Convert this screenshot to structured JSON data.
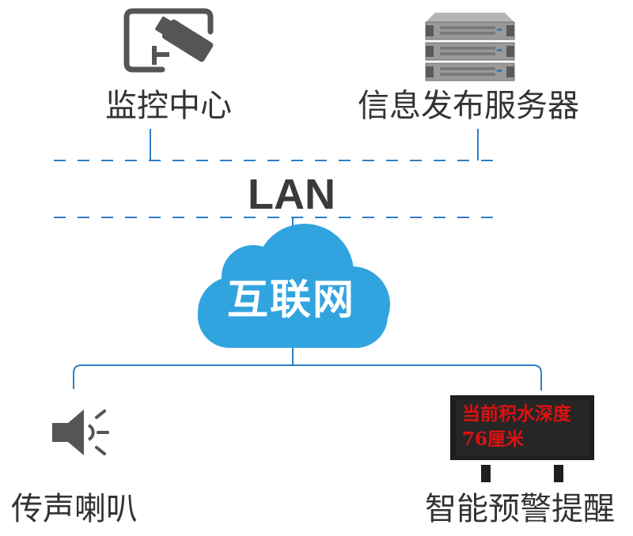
{
  "nodes": {
    "monitor_center": {
      "label": "监控中心",
      "icon": "cctv-camera-icon"
    },
    "info_server": {
      "label": "信息发布服务器",
      "icon": "server-rack-icon"
    },
    "speaker": {
      "label": "传声喇叭",
      "icon": "speaker-icon"
    },
    "warning_display": {
      "label": "智能预警提醒",
      "icon": "led-display-icon"
    }
  },
  "network": {
    "lan_label": "LAN",
    "internet_label": "互联网"
  },
  "led_display": {
    "line1": "当前积水深度",
    "line2": "76厘米"
  },
  "colors": {
    "line": "#2e7fc6",
    "cloud": "#31a4df",
    "text": "#333333",
    "icon_gray": "#555555",
    "led_text": "#e01010",
    "led_panel": "#1e1e1e"
  }
}
